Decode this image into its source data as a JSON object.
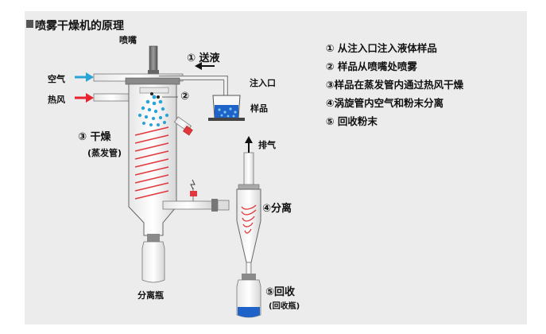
{
  "title": "喷雾干燥机的原理",
  "labels": {
    "nozzle": "喷嘴",
    "step1_tag": "① 送液",
    "inlet": "注入口",
    "sample": "样品",
    "air": "空气",
    "hot_air": "热风",
    "step2_tag": "②",
    "step3_tag": "③ 干燥",
    "step3_sub": "(蒸发管)",
    "exhaust": "排气",
    "step4_tag": "④分离",
    "separation_bottle": "分离瓶",
    "step5_tag": "⑤回收",
    "step5_sub": "(回收瓶)"
  },
  "steps": [
    "① 从注入口注入液体样品",
    "② 样品从喷嘴处喷雾",
    "③样品在蒸发管内通过热风干燥",
    "④涡旋管内空气和粉末分离",
    "⑤ 回收粉末"
  ],
  "colors": {
    "panel": "#ececec",
    "air_arrow": "#2aa3d8",
    "hot_air_arrow": "#e8222e",
    "coil": "#e0383c",
    "droplets": "#2aa3d8",
    "liquid": "#1f63c9"
  },
  "icons": [
    "air-arrow-icon",
    "hot-air-arrow-icon",
    "feed-arrow-icon",
    "exhaust-arrow-icon",
    "heater-coil-icon",
    "spray-droplets-icon"
  ]
}
